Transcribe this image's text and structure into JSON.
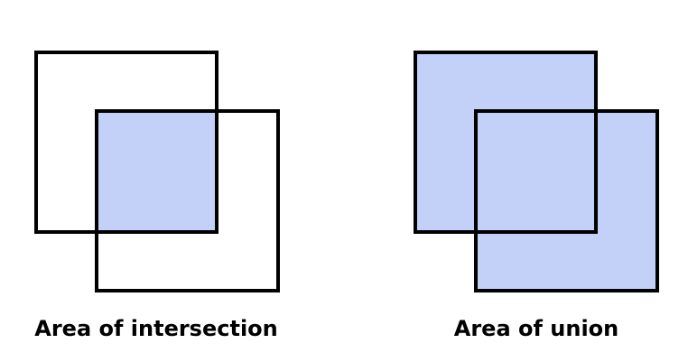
{
  "colors": {
    "fill": "#c3d0f8",
    "stroke": "#000000",
    "background": "#ffffff"
  },
  "panels": [
    {
      "caption": "Area of intersection",
      "highlight": "intersection"
    },
    {
      "caption": "Area of union",
      "highlight": "union"
    }
  ]
}
